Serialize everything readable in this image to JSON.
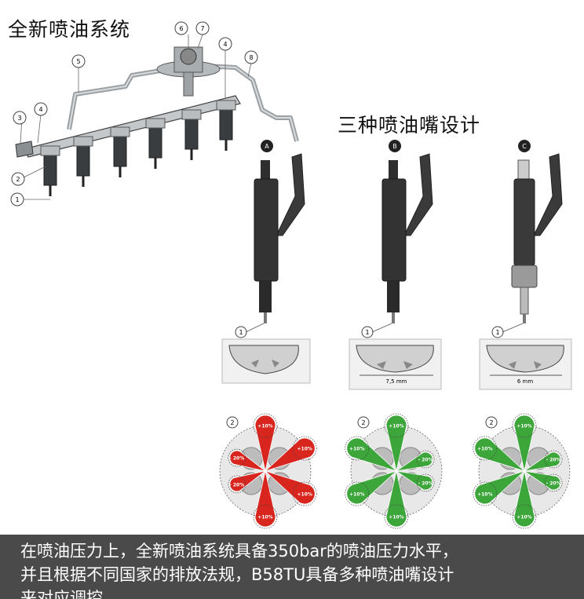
{
  "title_main": "全新喷油系统",
  "title_sub": "三种喷油嘴设计",
  "rail_callouts": [
    "6",
    "7",
    "5",
    "4",
    "8",
    "3",
    "4",
    "2",
    "1"
  ],
  "variants": [
    {
      "letter": "A",
      "callout1": "1",
      "callout2": "2",
      "dimension": "",
      "spray": "red",
      "labels": [
        "+10%",
        "+10%",
        "+10%",
        "+10%",
        "- 20%",
        "- 20%"
      ]
    },
    {
      "letter": "B",
      "callout1": "1",
      "callout2": "2",
      "dimension": "7,5 mm",
      "spray": "green",
      "labels": [
        "+10%",
        "+10%",
        "+10%",
        "+10%",
        "- 20%",
        "- 20%"
      ]
    },
    {
      "letter": "C",
      "callout1": "1",
      "callout2": "2",
      "dimension": "6 mm",
      "spray": "green",
      "labels": [
        "+10%",
        "+10%",
        "+10%",
        "+10%",
        "- 20%",
        "- 20%"
      ]
    }
  ],
  "colors": {
    "red_spray": "#d8261f",
    "green_spray": "#3da63a",
    "caption_bg": "#4a4a4a"
  },
  "caption": {
    "line1": "在喷油压力上，全新喷油系统具备350bar的喷油压力水平，",
    "line2": "并且根据不同国家的排放法规，B58TU具备多种喷油嘴设计",
    "line3": "来对应调控。"
  }
}
